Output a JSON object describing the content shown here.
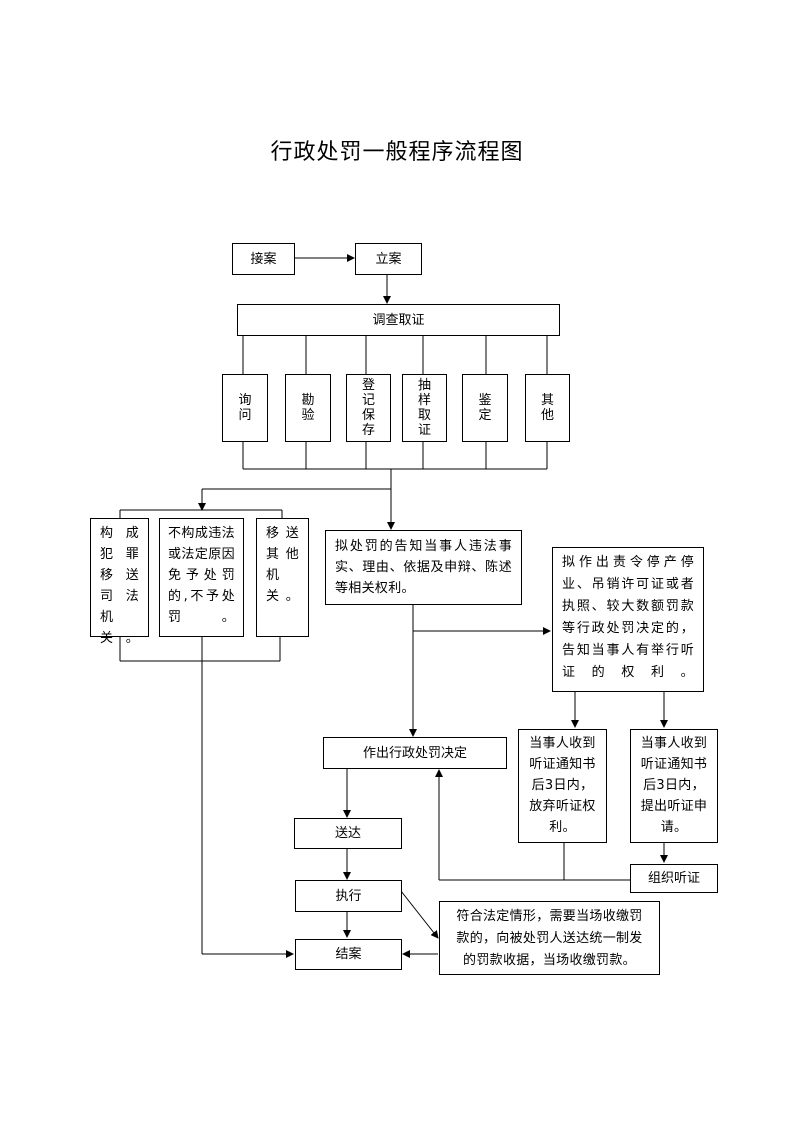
{
  "title": "行政处罚一般程序流程图",
  "nodes": {
    "jiean": "接案",
    "lian": "立案",
    "diaocha": "调查取证",
    "xunwen": "询问",
    "kanyan": "勘验",
    "dengji": "登记保存",
    "chouyang": "抽样取证",
    "jianding": "鉴定",
    "qita": "其他",
    "fanzui": "构成犯罪移送司法机关。",
    "bugoucheng": "不构成违法或法定原因免予处罚的,不予处罚。",
    "yisong": "移送其他机关。",
    "gaozhi": "拟处罚的告知当事人违法事实、理由、依据及申辩、陈述等相关权利。",
    "tingzheng_gaozhi": "拟作出责令停产停业、吊销许可证或者执照、较大数额罚款等行政处罚决定的，告知当事人有举行听证的权利。",
    "jueding": "作出行政处罚决定",
    "fangqi": "当事人收到听证通知书后3日内，放弃听证权利。",
    "tichu": "当事人收到听证通知书后3日内，提出听证申请。",
    "zuzhi": "组织听证",
    "songda": "送达",
    "zhixing": "执行",
    "jiean_end": "结案",
    "dangchang": "符合法定情形，需要当场收缴罚款的，向被处罚人送达统一制发的罚款收据，当场收缴罚款。"
  }
}
